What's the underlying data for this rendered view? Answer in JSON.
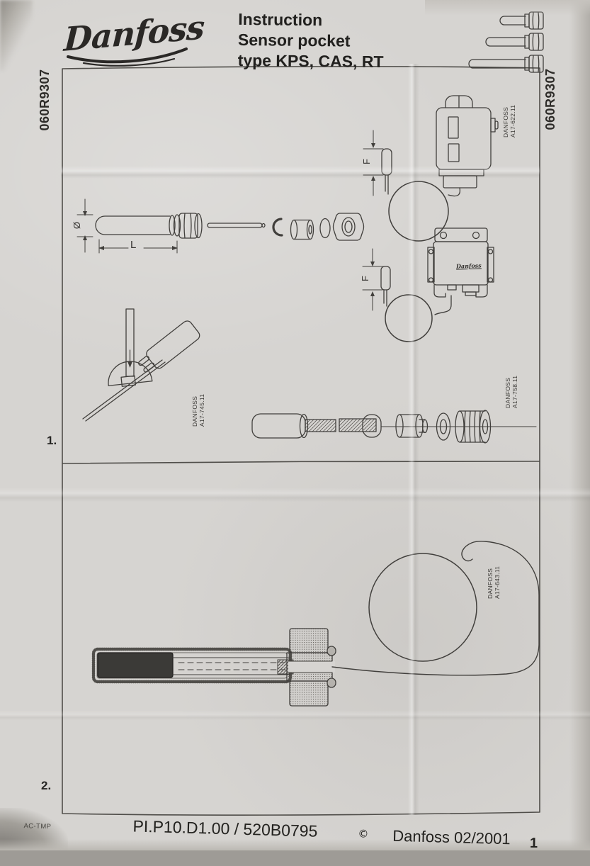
{
  "header": {
    "brand": "Danfoss",
    "title_lines": [
      "Instruction",
      "Sensor pocket",
      "type KPS, CAS, RT"
    ]
  },
  "edge_codes": {
    "left": "060R9307",
    "right": "060R9307"
  },
  "sections": {
    "one": "1.",
    "two": "2."
  },
  "dimensions": {
    "diameter": "Ø",
    "length": "L",
    "f_upper": "F",
    "f_lower": "F"
  },
  "part_labels": {
    "a17_622": {
      "line1": "DANFOSS",
      "line2": "A17-622.11"
    },
    "a17_758": {
      "line1": "DANFOSS",
      "line2": "A17-758.11"
    },
    "a17_745": {
      "line1": "DANFOSS",
      "line2": "A17-745.11"
    },
    "a17_643": {
      "line1": "DANFOSS",
      "line2": "A17-643.11"
    },
    "cas_box_logo": "Danfoss"
  },
  "footer": {
    "left_code": "AC-TMP",
    "doc_number": "PI.P10.D1.00 / 520B0795",
    "copyright": "©",
    "publisher": "Danfoss 02/2001",
    "page": "1"
  }
}
